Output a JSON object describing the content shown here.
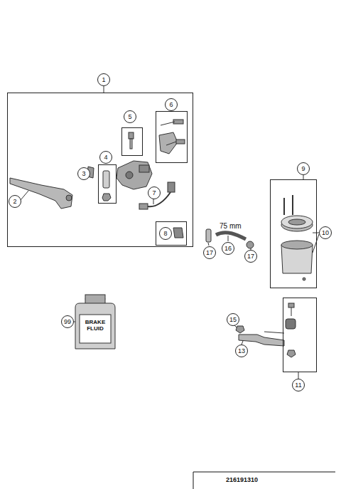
{
  "diagram": {
    "nodes": [
      {
        "text": [
          "1"
        ]
      },
      {
        "text": [
          "6"
        ],
        "in": 0
      },
      {
        "text": [
          "5"
        ],
        "in": 0
      },
      {
        "text": [
          "4"
        ],
        "in": 0
      },
      {
        "text": [
          "3"
        ],
        "in": 0
      },
      {
        "text": [
          "2"
        ],
        "in": 0
      },
      {
        "text": [
          "7"
        ],
        "in": 0
      },
      {
        "text": [
          "8"
        ],
        "in": 0
      },
      {
        "text": [
          "9"
        ]
      },
      {
        "text": [
          "10"
        ]
      },
      {
        "text": [
          "17"
        ]
      },
      {
        "text": [
          "16"
        ]
      },
      {
        "text": [
          "17"
        ]
      },
      {
        "text": [
          "99"
        ]
      },
      {
        "text": [
          "15"
        ]
      },
      {
        "text": [
          "13"
        ]
      },
      {
        "text": [
          "11"
        ]
      }
    ],
    "edges": [],
    "labels": [
      "75 mm",
      "BRAKE FLUID",
      "216191310"
    ]
  }
}
